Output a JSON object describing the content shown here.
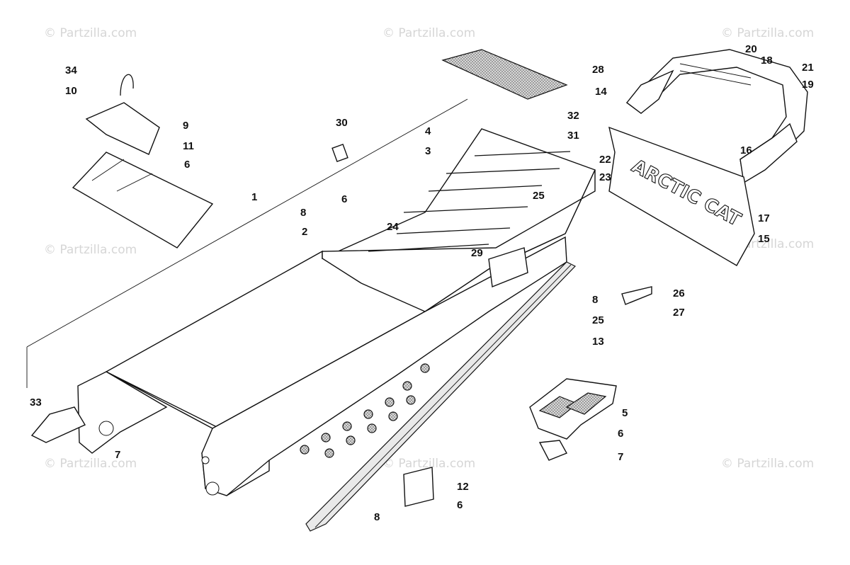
{
  "watermark": "© Partzilla.com",
  "emboss_text": "ARCTIC CAT",
  "callouts": [
    {
      "id": "c1",
      "text": "1"
    },
    {
      "id": "c2",
      "text": "2"
    },
    {
      "id": "c3",
      "text": "3"
    },
    {
      "id": "c4",
      "text": "4"
    },
    {
      "id": "c5",
      "text": "5"
    },
    {
      "id": "c6a",
      "text": "6"
    },
    {
      "id": "c6b",
      "text": "6"
    },
    {
      "id": "c6c",
      "text": "6"
    },
    {
      "id": "c6d",
      "text": "6"
    },
    {
      "id": "c7a",
      "text": "7"
    },
    {
      "id": "c7b",
      "text": "7"
    },
    {
      "id": "c8a",
      "text": "8"
    },
    {
      "id": "c8b",
      "text": "8"
    },
    {
      "id": "c8c",
      "text": "8"
    },
    {
      "id": "c9",
      "text": "9"
    },
    {
      "id": "c10",
      "text": "10"
    },
    {
      "id": "c11",
      "text": "11"
    },
    {
      "id": "c12",
      "text": "12"
    },
    {
      "id": "c13",
      "text": "13"
    },
    {
      "id": "c14",
      "text": "14"
    },
    {
      "id": "c15",
      "text": "15"
    },
    {
      "id": "c16",
      "text": "16"
    },
    {
      "id": "c17",
      "text": "17"
    },
    {
      "id": "c18",
      "text": "18"
    },
    {
      "id": "c19",
      "text": "19"
    },
    {
      "id": "c20",
      "text": "20"
    },
    {
      "id": "c21",
      "text": "21"
    },
    {
      "id": "c22",
      "text": "22"
    },
    {
      "id": "c23",
      "text": "23"
    },
    {
      "id": "c24",
      "text": "24"
    },
    {
      "id": "c25a",
      "text": "25"
    },
    {
      "id": "c25b",
      "text": "25"
    },
    {
      "id": "c26",
      "text": "26"
    },
    {
      "id": "c27",
      "text": "27"
    },
    {
      "id": "c28",
      "text": "28"
    },
    {
      "id": "c29",
      "text": "29"
    },
    {
      "id": "c30",
      "text": "30"
    },
    {
      "id": "c31",
      "text": "31"
    },
    {
      "id": "c32",
      "text": "32"
    },
    {
      "id": "c33",
      "text": "33"
    },
    {
      "id": "c34",
      "text": "34"
    }
  ]
}
